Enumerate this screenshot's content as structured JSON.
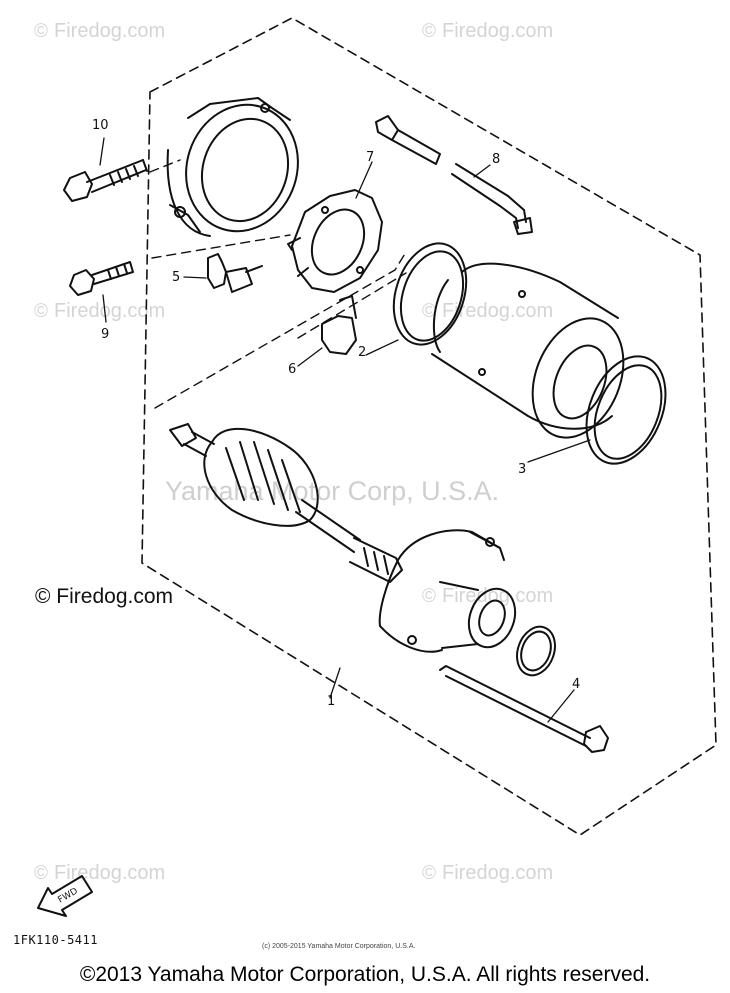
{
  "watermarks": {
    "firedog": "Firedog.com",
    "center": "Yamaha Motor Corp, U.S.A.",
    "copyright_left": "© Firedog.com"
  },
  "callouts": [
    "1",
    "2",
    "3",
    "4",
    "5",
    "6",
    "7",
    "8",
    "9",
    "10"
  ],
  "diagram": {
    "part_code": "1FK110-5411",
    "small_copyright": "(c) 2005-2015 Yamaha Motor Corporation, U.S.A.",
    "fwd_label": "FWD"
  },
  "footer": {
    "copyright": "©2013 Yamaha Motor Corporation, U.S.A. All rights reserved."
  }
}
